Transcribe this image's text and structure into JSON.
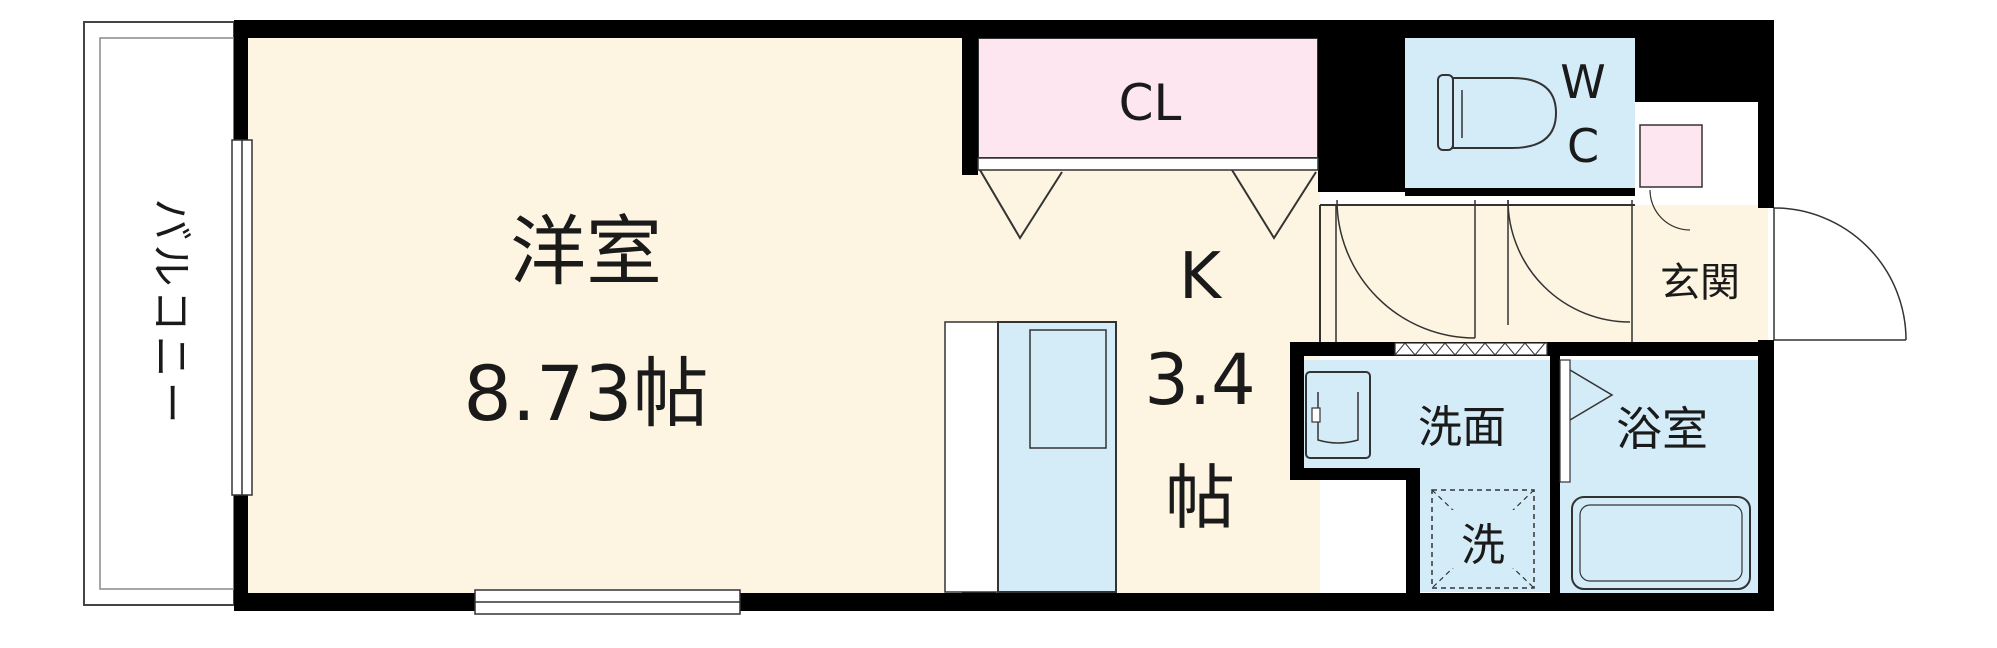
{
  "colors": {
    "wall": "#000000",
    "western_room_floor": "#fdf5e1",
    "closet": "#fde6ef",
    "wet_area": "#d4ecf8",
    "shoebox": "#fde6ef",
    "balcony": "#ffffff"
  },
  "rooms": {
    "balcony": "バルコニー",
    "western_room": {
      "name": "洋室",
      "size": "8.73帖"
    },
    "closet": "CL",
    "kitchen": {
      "letter": "K",
      "size": "3.4",
      "unit": "帖"
    },
    "toilet": {
      "w": "W",
      "c": "C"
    },
    "entrance": "玄関",
    "washroom": "洗面",
    "laundry": "洗",
    "bathroom": "浴室"
  }
}
